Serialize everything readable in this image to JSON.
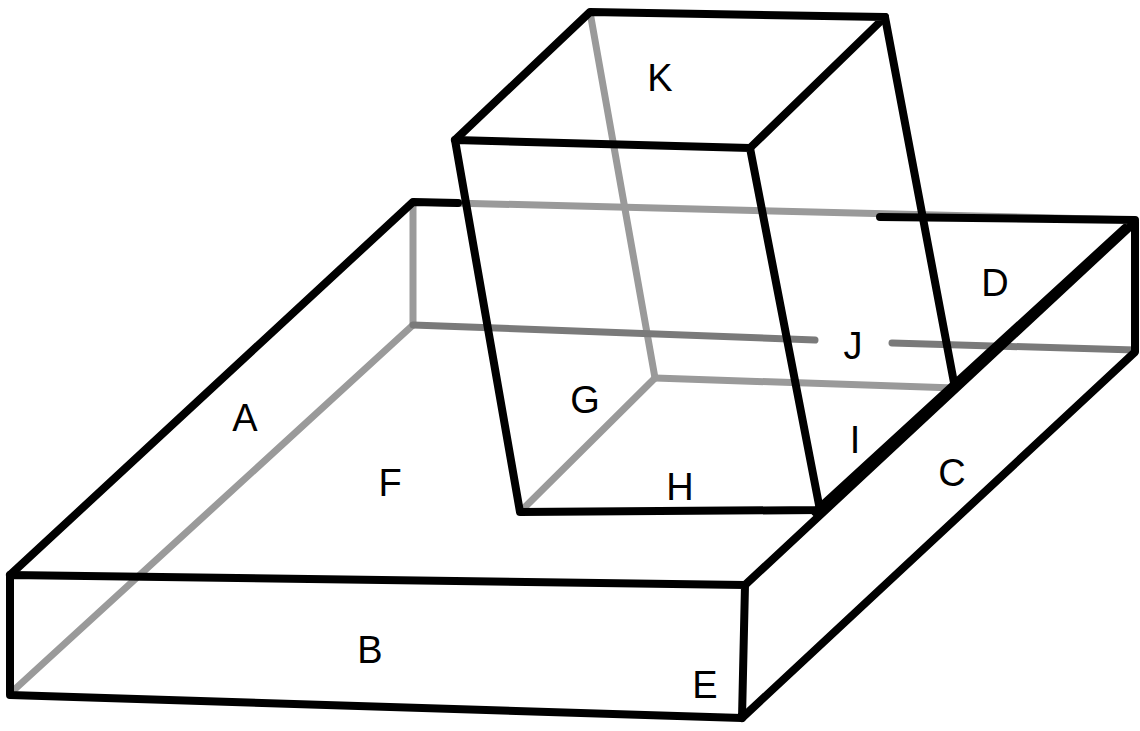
{
  "diagram": {
    "labels": [
      "K",
      "D",
      "J",
      "G",
      "A",
      "I",
      "C",
      "F",
      "H",
      "B",
      "E"
    ]
  }
}
